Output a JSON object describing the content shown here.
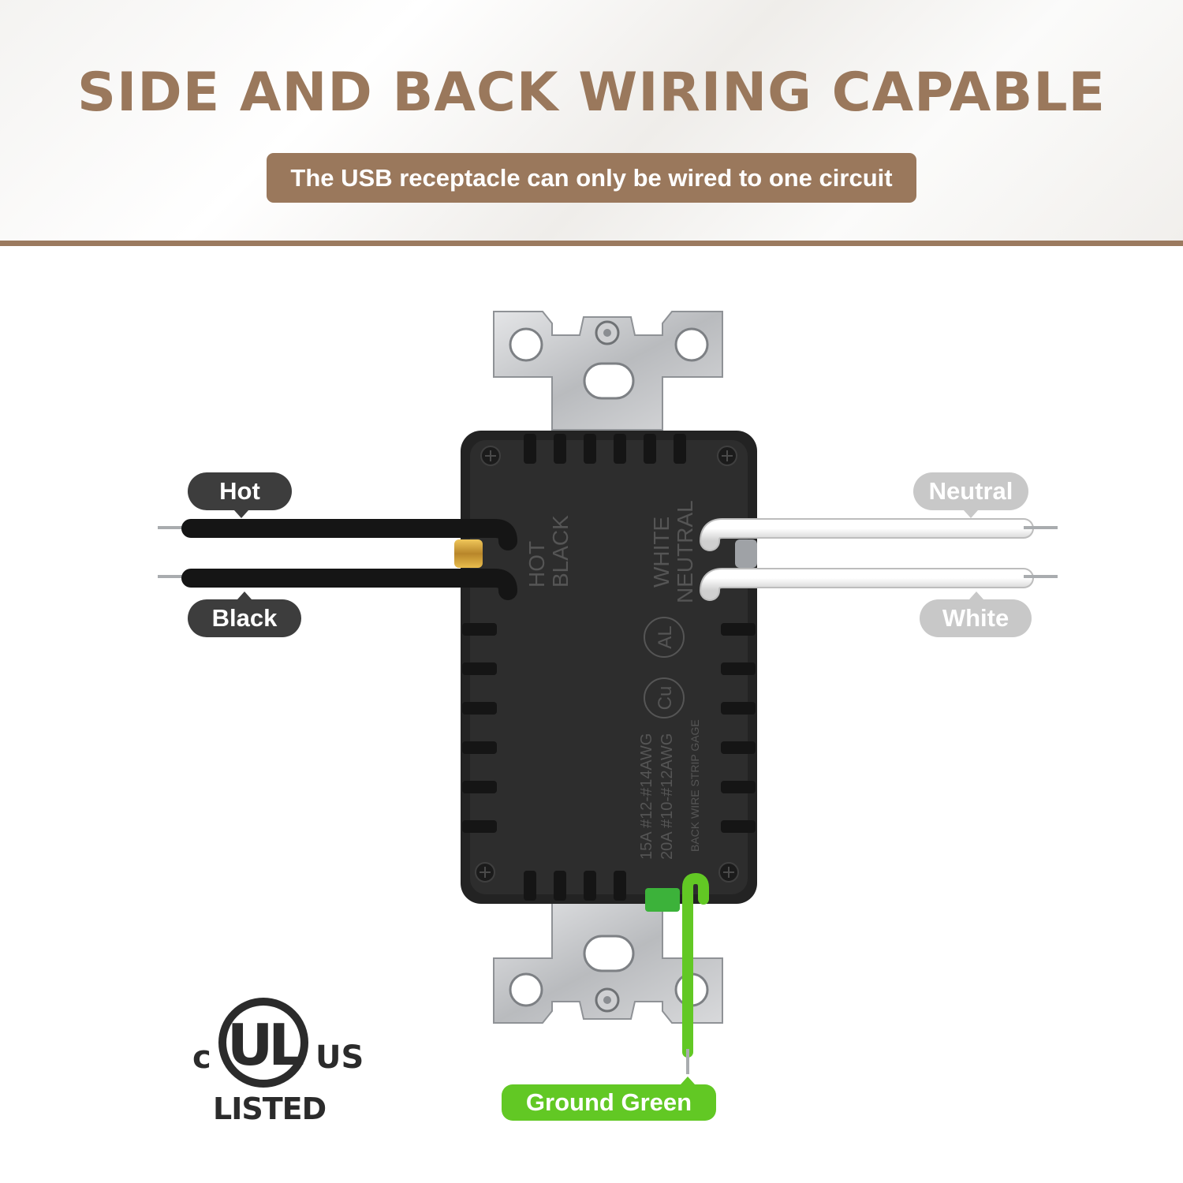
{
  "header": {
    "title": "SIDE AND BACK WIRING CAPABLE",
    "subtitle": "The USB receptacle can only be wired to one circuit"
  },
  "labels": {
    "hot": "Hot",
    "black": "Black",
    "neutral": "Neutral",
    "white": "White",
    "ground": "Ground Green"
  },
  "device_text": {
    "hot_black_1": "HOT",
    "hot_black_2": "BLACK",
    "white_neutral_1": "WHITE",
    "white_neutral_2": "NEUTRAL",
    "awg_1": "15A #12-#14AWG",
    "awg_2": "20A #10-#12AWG",
    "strip_gage": "BACK WIRE STRIP GAGE",
    "cu": "Cu",
    "al": "AL"
  },
  "certification": {
    "c": "c",
    "ul": "UL",
    "us": "US",
    "listed": "LISTED"
  },
  "colors": {
    "accent": "#9a785c",
    "hot_wire": "#1a1a1a",
    "neutral_wire": "#f2f2f2",
    "ground_wire": "#62c824",
    "device_body": "#2a2a2a",
    "strap": "#c7c9cc"
  }
}
